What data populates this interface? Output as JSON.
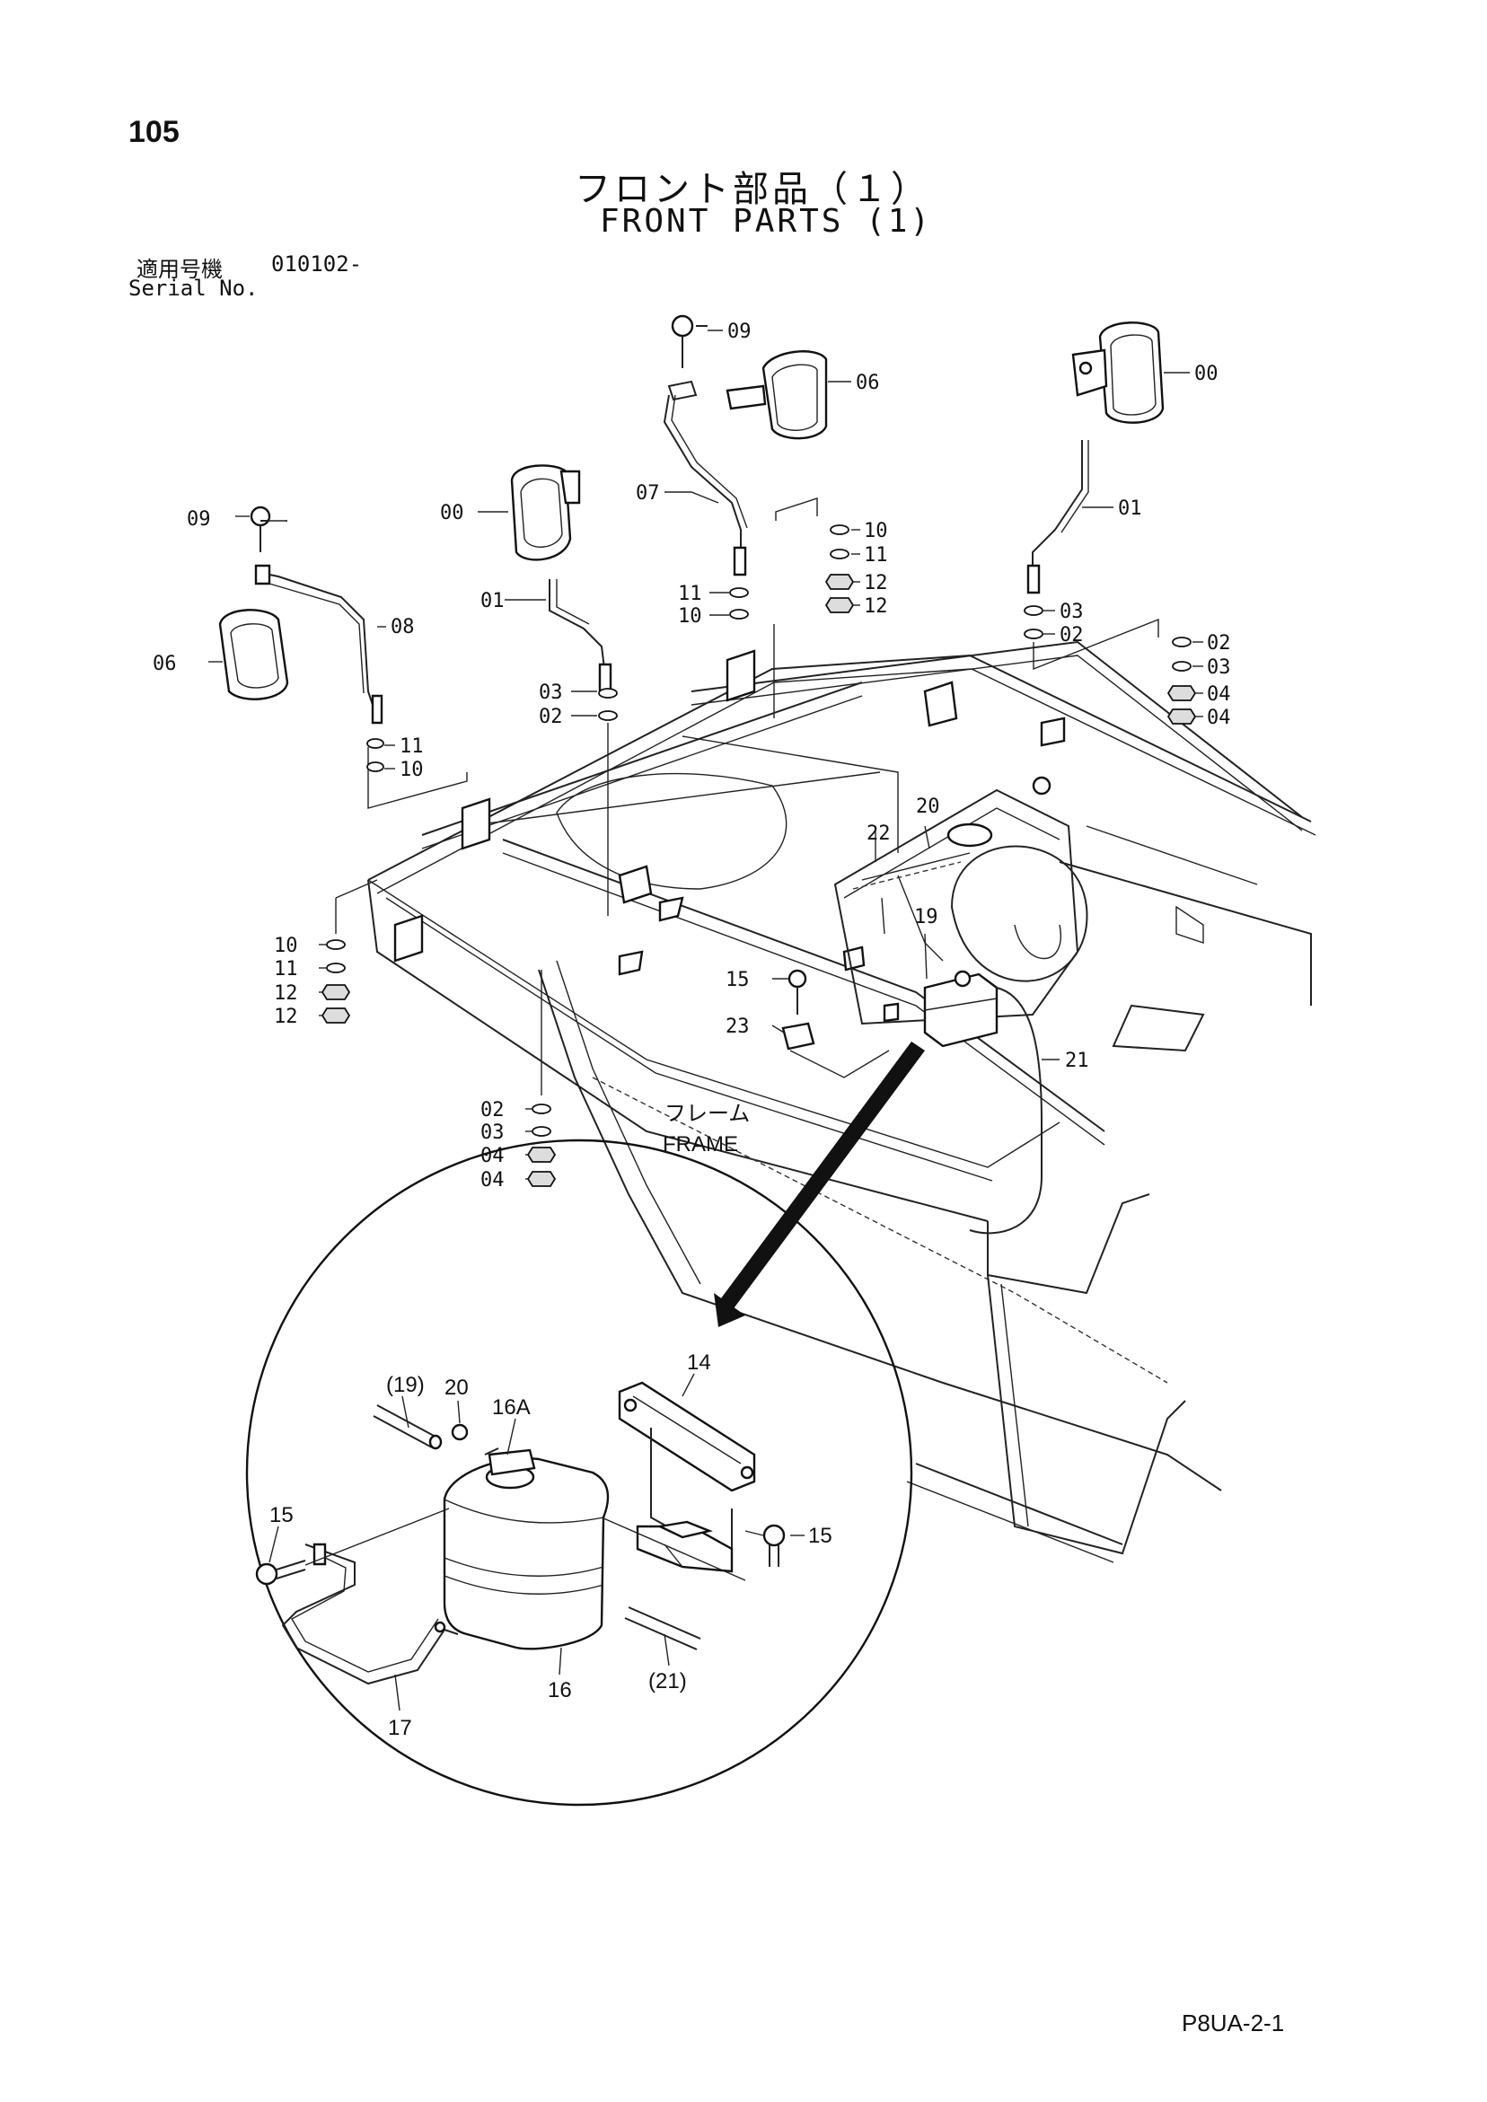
{
  "header": {
    "page_number": "105",
    "title_jp": "フロント部品（１）",
    "title_en": "FRONT PARTS (1)",
    "serial_label_jp": "適用号機",
    "serial_number": "010102-",
    "serial_label_en": "Serial No."
  },
  "frame_label": {
    "jp": "フレーム",
    "en": "FRAME"
  },
  "callouts": {
    "left_mirror": {
      "bolt": "09",
      "mirror": "06",
      "stay": "08",
      "washer_a": "11",
      "washer_b": "10"
    },
    "center_left": {
      "mirror": "00",
      "stay": "01",
      "washer_a": "03",
      "washer_b": "02"
    },
    "center": {
      "bolt": "09",
      "mirror": "06",
      "stay": "07",
      "washer_a": "11",
      "washer_b": "10"
    },
    "center_stack": [
      "10",
      "11",
      "12",
      "12"
    ],
    "right": {
      "mirror": "00",
      "stay": "01",
      "washer_a": "03",
      "washer_b": "02"
    },
    "right_stack": [
      "02",
      "03",
      "04",
      "04"
    ],
    "left_stack": [
      "10",
      "11",
      "12",
      "12"
    ],
    "bottom_stack": [
      "02",
      "03",
      "04",
      "04"
    ],
    "tank_area": {
      "hose_b": "22",
      "clamp": "20",
      "hose_a": "19",
      "bolt": "15",
      "bracket": "23",
      "hose_c": "21"
    }
  },
  "detail": {
    "hose_top": "(19)",
    "clamp": "20",
    "cap": "16A",
    "bracket": "14",
    "bolt_right": "15",
    "bolt_left": "15",
    "tank": "16",
    "band": "17",
    "hose_bottom": "(21)"
  },
  "footer": {
    "doc_code": "P8UA-2-1"
  }
}
